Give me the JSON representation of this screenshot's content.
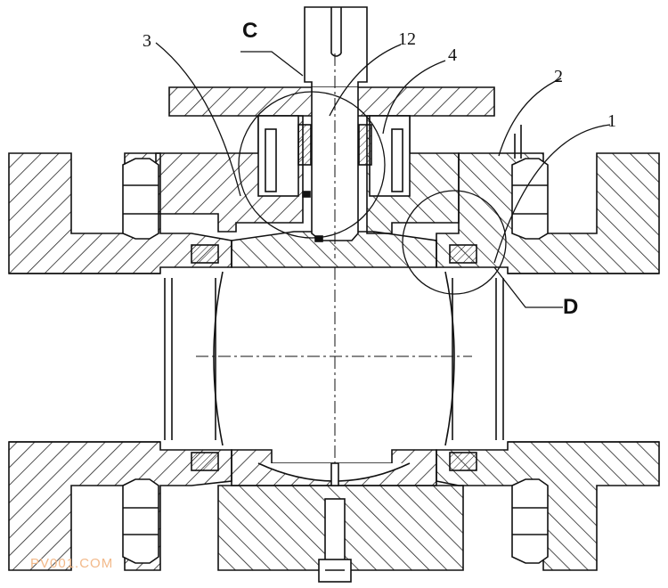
{
  "drawing": {
    "labels": {
      "c": "C",
      "d": "D",
      "part_12": "12",
      "part_3": "3",
      "part_4": "4",
      "part_2": "2",
      "part_1": "1"
    },
    "watermark": "PV001.COM"
  },
  "colors": {
    "line": "#111111",
    "hatch": "#222222",
    "background": "#ffffff",
    "watermark": "#f2b98a"
  }
}
